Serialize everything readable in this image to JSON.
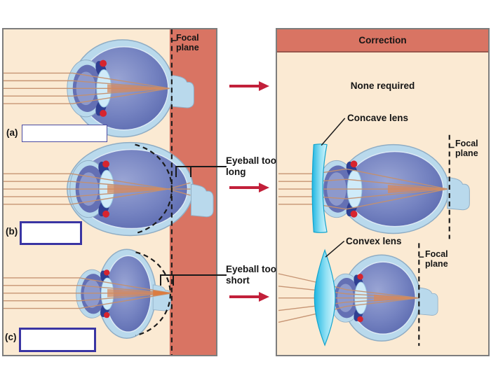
{
  "left_panel": {
    "focal_plane_label": "Focal plane",
    "rows": [
      {
        "id": "a",
        "label": "(a)",
        "answer_value": "",
        "diagram": "normal-eye"
      },
      {
        "id": "b",
        "label": "(b)",
        "answer_value": "",
        "diagram": "eyeball-too-long"
      },
      {
        "id": "c",
        "label": "(c)",
        "answer_value": "",
        "diagram": "eyeball-too-short"
      }
    ]
  },
  "middle": {
    "annotation_too_long": "Eyeball too long",
    "annotation_too_short": "Eyeball too short",
    "arrow_icon": "right-arrow-icon"
  },
  "right_panel": {
    "header": "Correction",
    "row_none": {
      "text": "None required"
    },
    "row_concave": {
      "lens_label": "Concave lens",
      "focal_plane_label": "Focal plane"
    },
    "row_convex": {
      "lens_label": "Convex lens",
      "focal_plane_label": "Focal plane"
    }
  },
  "colors": {
    "panel_background": "#FBEAD3",
    "salmon_band": "#D97463",
    "arrow_red": "#C2203A",
    "answer_box_border": "#3A35A3",
    "lens_cyan": "#2BBFE8",
    "eye_sclera": "#B9D9EC",
    "eye_vitreous": "#6470B4",
    "light_ray": "#C4906E",
    "ciliary_body_red": "#D7242E",
    "dashed_line": "#1B1B1B"
  }
}
